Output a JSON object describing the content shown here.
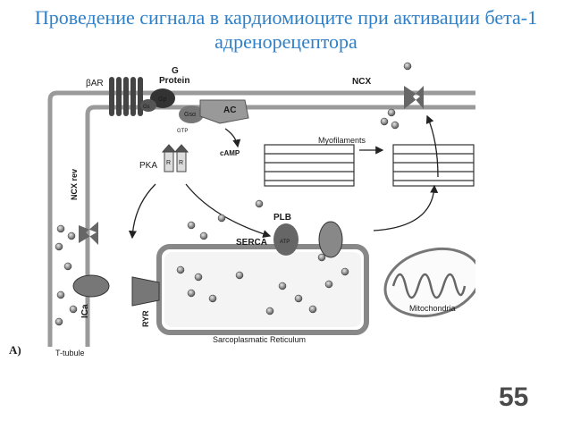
{
  "slide": {
    "title": "Проведение сигнала в кардиомиоците при активации бета-1 адренорецептора",
    "panel_label": "A)",
    "slide_number": "55"
  },
  "diagram": {
    "labels": {
      "bar": "βAR",
      "g": "G",
      "protein": "Protein",
      "gs": "Gs",
      "gp": "Gp",
      "gsa": "Gsα",
      "gtp": "GTP",
      "ac": "AC",
      "camp": "cAMP",
      "ncx": "NCX",
      "myofilaments": "Myofilaments",
      "pka": "PKA",
      "r": "R",
      "ncx_rev": "NCX rev",
      "plb": "PLB",
      "serca": "SERCA",
      "atp": "ATP",
      "ica": "ICa",
      "ryr": "RYR",
      "mitochondria": "Mitochondria",
      "t_tubule": "T-tubule",
      "sr": "Sarcoplasmatic Reticulum"
    }
  }
}
